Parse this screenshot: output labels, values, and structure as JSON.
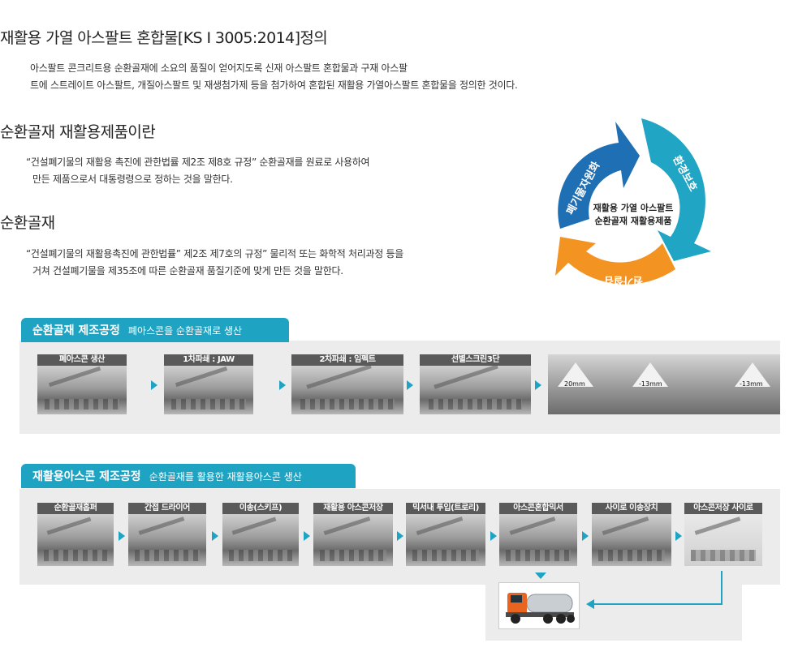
{
  "definition": {
    "title": "재활용 가열 아스팔트 혼합물[KS I 3005:2014]정의",
    "line1": "아스팔트 콘크리트용 순환골재에 소요의 품질이 얻어지도록 신재 아스팔트 혼합물과 구재 아스팔",
    "line2": "트에 스트레이트 아스팔트, 개질아스팔트 및 재생첨가제 등을 첨가하여 혼합된 재활용 가열아스팔트 혼합물을 정의한 것이다."
  },
  "recycled_product": {
    "title": "순환골재 재활용제품이란",
    "line1": "“건설폐기물의 재활용 촉진에 관한법률 제2조 제8호 규정”  순환골재를 원료로 사용하여",
    "line2": "만든 제품으로서 대통령령으로 정하는 것을 말한다."
  },
  "recycled_aggregate": {
    "title": "순환골재",
    "line1": "“건설폐기물의 재활용촉진에 관한법률”  제2조 제7호의 규정”  물리적 또는 화학적 처리과정 등을",
    "line2": "거쳐 건설폐기물을 제35조에 따른 순환골재 품질기준에 맞게 만든 것을 말한다."
  },
  "cycle": {
    "center_line1": "재활용 가열 아스팔트",
    "center_line2": "순환골재 재활용제품",
    "seg_blue": "폐기물자원화",
    "seg_teal": "환경보호",
    "seg_orange": "원가절감",
    "colors": {
      "blue": "#1f6fb5",
      "teal": "#20a5c4",
      "orange": "#f39322"
    }
  },
  "process1": {
    "title": "순환골재 제조공정",
    "subtitle": "폐아스콘을 순환골재로 생산",
    "steps": [
      "폐아스콘 생산",
      "1차파쇄 : JAW",
      "2차파쇄 : 임펙트",
      "선별스크린3단"
    ],
    "screen_sizes": [
      "20mm",
      "-13mm",
      "-13mm"
    ]
  },
  "process2": {
    "title": "재활용아스콘 제조공정",
    "subtitle": "순환골재를 활용한 재활용아스콘 생산",
    "steps": [
      "순환골재홉퍼",
      "간접 드라이어",
      "이송(스키프)",
      "재활용 아스콘저장",
      "믹서내 투입(트로리)",
      "아스콘혼합믹서",
      "사이로 이송장치",
      "아스콘저장 사이로"
    ]
  },
  "accent_color": "#1fa3c2"
}
